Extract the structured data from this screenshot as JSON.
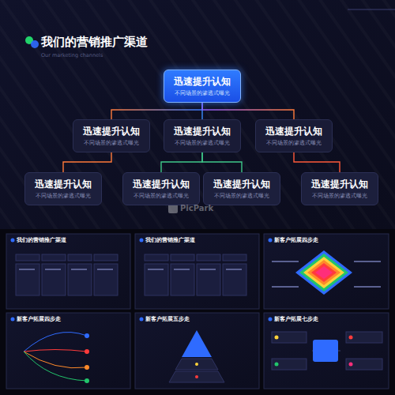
{
  "diagram": {
    "title": "我们的营销推广渠道",
    "nodes": [
      {
        "text": [
          "迅速提升认知",
          "不同场景的渗透式曝光"
        ]
      },
      {
        "text": [
          "迅速提升认知",
          "不同场景的渗透式曝光"
        ]
      },
      {
        "text": [
          "迅速提升认知",
          "不同场景的渗透式曝光"
        ]
      },
      {
        "text": [
          "迅速提升认知",
          "不同场景的渗透式曝光"
        ]
      },
      {
        "text": [
          "迅速提升认知",
          "不同场景的渗透式曝光"
        ]
      },
      {
        "text": [
          "迅速提升认知",
          "不同场景的渗透式曝光"
        ]
      },
      {
        "text": [
          "迅速提升认知",
          "不同场景的渗透式曝光"
        ]
      },
      {
        "text": [
          "迅速提升认知",
          "不同场景的渗透式曝光"
        ]
      }
    ],
    "edges": [
      {
        "from": 0,
        "to": 1,
        "arrow": "none"
      },
      {
        "from": 0,
        "to": 2,
        "arrow": "none"
      },
      {
        "from": 0,
        "to": 3,
        "arrow": "none"
      },
      {
        "from": 1,
        "to": 4,
        "arrow": "none"
      },
      {
        "from": 2,
        "to": 5,
        "arrow": "none"
      },
      {
        "from": 2,
        "to": 6,
        "arrow": "none"
      },
      {
        "from": 3,
        "to": 7,
        "arrow": "none"
      }
    ],
    "labels": [
      "Our marketing channels",
      "PicPark",
      "我们的营销推广渠道",
      "我们的营销推广渠道",
      "新客户拓展四步走",
      "新客户拓展四步走",
      "新客户拓展五步走",
      "新客户拓展七步走"
    ]
  }
}
